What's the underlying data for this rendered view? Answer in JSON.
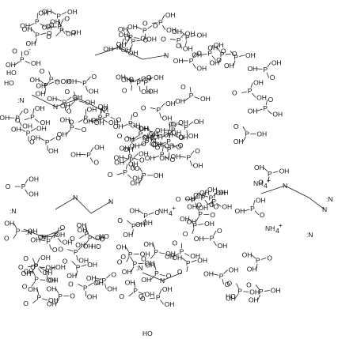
{
  "structure": {
    "fragments": {
      "phosphonic_oh": "P",
      "hydroxyl": "OH",
      "ho": "HO",
      "oxide": "O",
      "oxide_anion": "O",
      "amine_n": "N",
      "ammonium": "NH",
      "ammonium_sub": "4",
      "plus": "+",
      "minus": "-"
    },
    "isolated_groups": [
      {
        "label": "NH",
        "sub": "4",
        "charge": "+"
      },
      {
        "label": "NH",
        "sub": "4",
        "charge": "+"
      },
      {
        "label": "NH",
        "sub": "4",
        "charge": "+"
      },
      {
        "label": "NH",
        "sub": "4",
        "charge": "+"
      }
    ]
  }
}
